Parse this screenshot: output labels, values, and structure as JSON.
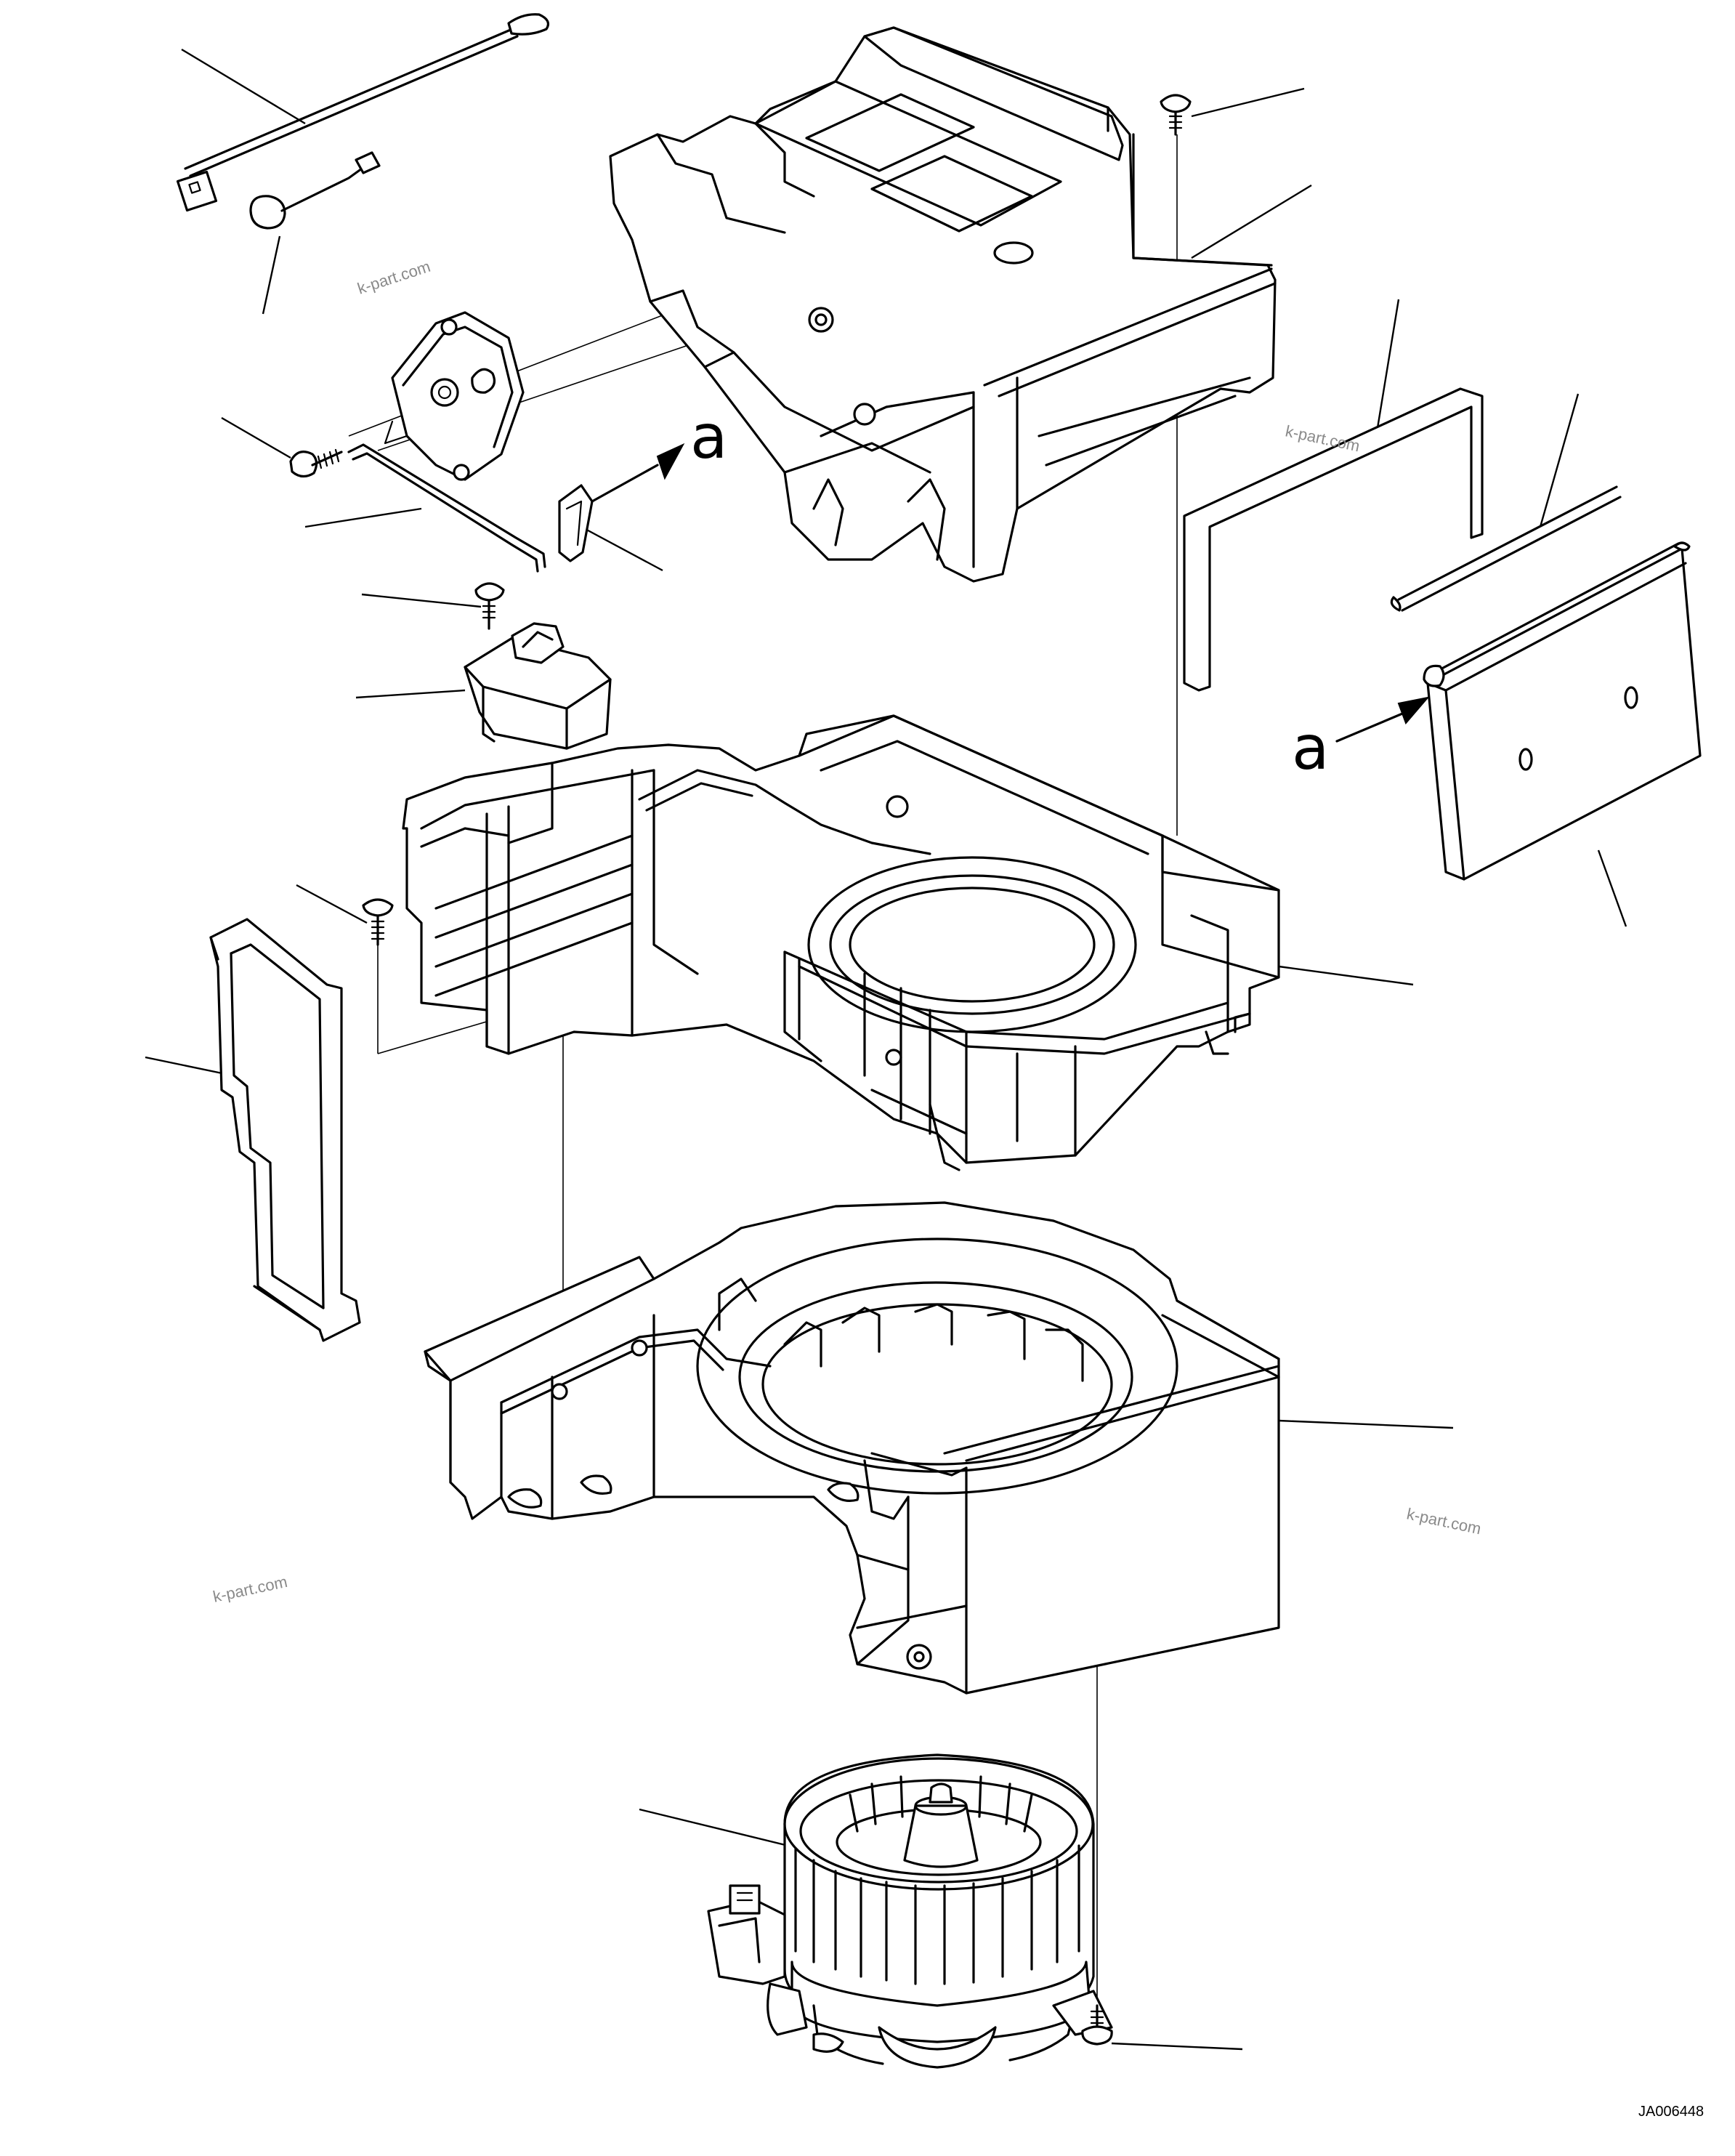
{
  "diagram": {
    "view_markers": [
      "a",
      "a"
    ],
    "watermarks": [
      "k-part.com",
      "k-part.com",
      "k-part.com",
      "k-part.com"
    ],
    "drawing_code": "JA006448"
  }
}
